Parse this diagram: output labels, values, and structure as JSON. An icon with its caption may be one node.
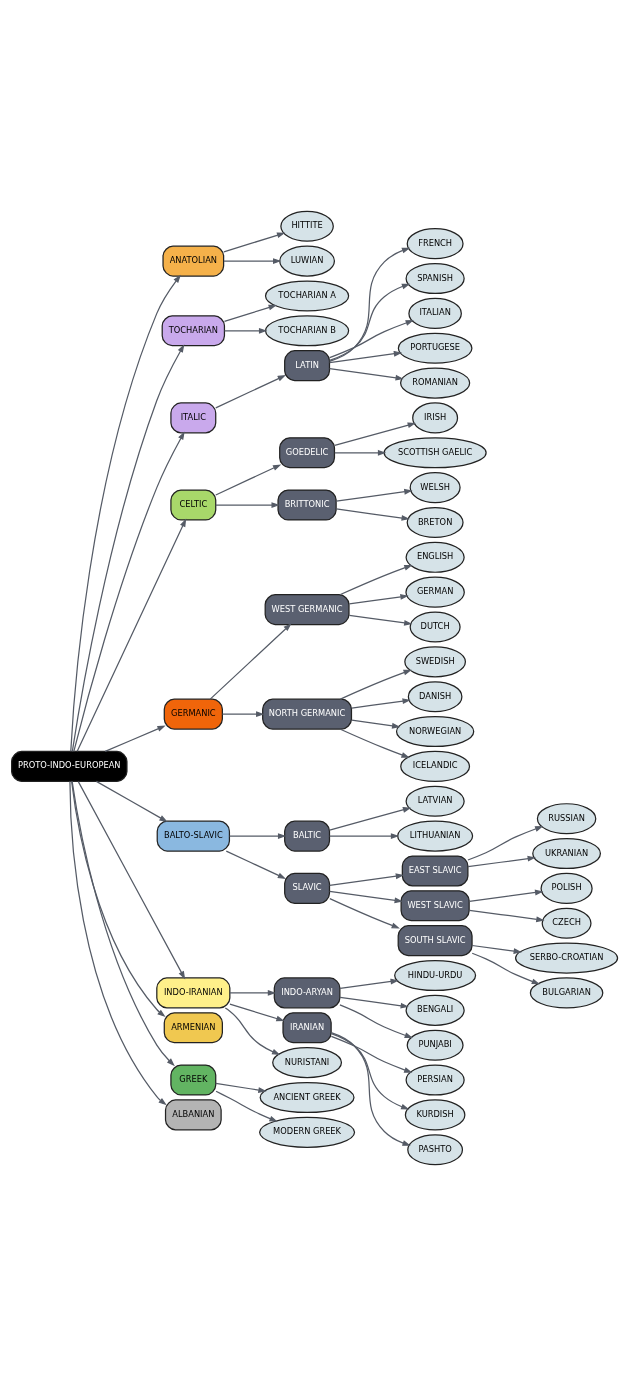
{
  "diagram": {
    "nodes": [
      {
        "text": [
          "PROTO-INDO-EUROPEAN"
        ]
      },
      {
        "text": [
          "ANATOLIAN"
        ]
      },
      {
        "text": [
          "HITTITE"
        ]
      },
      {
        "text": [
          "LUWIAN"
        ]
      },
      {
        "text": [
          "TOCHARIAN"
        ]
      },
      {
        "text": [
          "TOCHARIAN A"
        ]
      },
      {
        "text": [
          "TOCHARIAN B"
        ]
      },
      {
        "text": [
          "ITALIC"
        ]
      },
      {
        "text": [
          "LATIN"
        ]
      },
      {
        "text": [
          "FRENCH"
        ]
      },
      {
        "text": [
          "SPANISH"
        ]
      },
      {
        "text": [
          "ITALIAN"
        ]
      },
      {
        "text": [
          "PORTUGESE"
        ]
      },
      {
        "text": [
          "ROMANIAN"
        ]
      },
      {
        "text": [
          "CELTIC"
        ]
      },
      {
        "text": [
          "GOEDELIC"
        ]
      },
      {
        "text": [
          "IRISH"
        ]
      },
      {
        "text": [
          "SCOTTISH GAELIC"
        ]
      },
      {
        "text": [
          "BRITTONIC"
        ]
      },
      {
        "text": [
          "WELSH"
        ]
      },
      {
        "text": [
          "BRETON"
        ]
      },
      {
        "text": [
          "GERMANIC"
        ]
      },
      {
        "text": [
          "WEST GERMANIC"
        ]
      },
      {
        "text": [
          "ENGLISH"
        ]
      },
      {
        "text": [
          "GERMAN"
        ]
      },
      {
        "text": [
          "DUTCH"
        ]
      },
      {
        "text": [
          "NORTH GERMANIC"
        ]
      },
      {
        "text": [
          "SWEDISH"
        ]
      },
      {
        "text": [
          "DANISH"
        ]
      },
      {
        "text": [
          "NORWEGIAN"
        ]
      },
      {
        "text": [
          "ICELANDIC"
        ]
      },
      {
        "text": [
          "BALTO-SLAVIC"
        ]
      },
      {
        "text": [
          "BALTIC"
        ]
      },
      {
        "text": [
          "LATVIAN"
        ]
      },
      {
        "text": [
          "LITHUANIAN"
        ]
      },
      {
        "text": [
          "SLAVIC"
        ]
      },
      {
        "text": [
          "EAST SLAVIC"
        ]
      },
      {
        "text": [
          "RUSSIAN"
        ]
      },
      {
        "text": [
          "UKRANIAN"
        ]
      },
      {
        "text": [
          "WEST SLAVIC"
        ]
      },
      {
        "text": [
          "POLISH"
        ]
      },
      {
        "text": [
          "CZECH"
        ]
      },
      {
        "text": [
          "SOUTH SLAVIC"
        ]
      },
      {
        "text": [
          "SERBO-CROATIAN"
        ]
      },
      {
        "text": [
          "BULGARIAN"
        ]
      },
      {
        "text": [
          "INDO-IRANIAN"
        ]
      },
      {
        "text": [
          "INDO-ARYAN"
        ]
      },
      {
        "text": [
          "HINDU-URDU"
        ]
      },
      {
        "text": [
          "BENGALI"
        ]
      },
      {
        "text": [
          "PUNJABI"
        ]
      },
      {
        "text": [
          "IRANIAN"
        ]
      },
      {
        "text": [
          "PERSIAN"
        ]
      },
      {
        "text": [
          "KURDISH"
        ]
      },
      {
        "text": [
          "PASHTO"
        ]
      },
      {
        "text": [
          "NURISTANI"
        ]
      },
      {
        "text": [
          "ARMENIAN"
        ]
      },
      {
        "text": [
          "GREEK"
        ]
      },
      {
        "text": [
          "ANCIENT GREEK"
        ]
      },
      {
        "text": [
          "MODERN GREEK"
        ]
      },
      {
        "text": [
          "ALBANIAN"
        ]
      }
    ],
    "edges": [
      {
        "from": 0,
        "to": 1,
        "arrow": "to"
      },
      {
        "from": 1,
        "to": 2,
        "arrow": "to"
      },
      {
        "from": 1,
        "to": 3,
        "arrow": "to"
      },
      {
        "from": 0,
        "to": 4,
        "arrow": "to"
      },
      {
        "from": 4,
        "to": 5,
        "arrow": "to"
      },
      {
        "from": 4,
        "to": 6,
        "arrow": "to"
      },
      {
        "from": 0,
        "to": 7,
        "arrow": "to"
      },
      {
        "from": 7,
        "to": 8,
        "arrow": "to"
      },
      {
        "from": 8,
        "to": 9,
        "arrow": "to"
      },
      {
        "from": 8,
        "to": 10,
        "arrow": "to"
      },
      {
        "from": 8,
        "to": 11,
        "arrow": "to"
      },
      {
        "from": 8,
        "to": 12,
        "arrow": "to"
      },
      {
        "from": 8,
        "to": 13,
        "arrow": "to"
      },
      {
        "from": 0,
        "to": 14,
        "arrow": "to"
      },
      {
        "from": 14,
        "to": 15,
        "arrow": "to"
      },
      {
        "from": 15,
        "to": 16,
        "arrow": "to"
      },
      {
        "from": 15,
        "to": 17,
        "arrow": "to"
      },
      {
        "from": 14,
        "to": 18,
        "arrow": "to"
      },
      {
        "from": 18,
        "to": 19,
        "arrow": "to"
      },
      {
        "from": 18,
        "to": 20,
        "arrow": "to"
      },
      {
        "from": 0,
        "to": 21,
        "arrow": "to"
      },
      {
        "from": 21,
        "to": 22,
        "arrow": "to"
      },
      {
        "from": 22,
        "to": 23,
        "arrow": "to"
      },
      {
        "from": 22,
        "to": 24,
        "arrow": "to"
      },
      {
        "from": 22,
        "to": 25,
        "arrow": "to"
      },
      {
        "from": 21,
        "to": 26,
        "arrow": "to"
      },
      {
        "from": 26,
        "to": 27,
        "arrow": "to"
      },
      {
        "from": 26,
        "to": 28,
        "arrow": "to"
      },
      {
        "from": 26,
        "to": 29,
        "arrow": "to"
      },
      {
        "from": 26,
        "to": 30,
        "arrow": "to"
      },
      {
        "from": 0,
        "to": 31,
        "arrow": "to"
      },
      {
        "from": 31,
        "to": 32,
        "arrow": "to"
      },
      {
        "from": 32,
        "to": 33,
        "arrow": "to"
      },
      {
        "from": 32,
        "to": 34,
        "arrow": "to"
      },
      {
        "from": 31,
        "to": 35,
        "arrow": "to"
      },
      {
        "from": 35,
        "to": 36,
        "arrow": "to"
      },
      {
        "from": 36,
        "to": 37,
        "arrow": "to"
      },
      {
        "from": 36,
        "to": 38,
        "arrow": "to"
      },
      {
        "from": 35,
        "to": 39,
        "arrow": "to"
      },
      {
        "from": 39,
        "to": 40,
        "arrow": "to"
      },
      {
        "from": 39,
        "to": 41,
        "arrow": "to"
      },
      {
        "from": 35,
        "to": 42,
        "arrow": "to"
      },
      {
        "from": 42,
        "to": 43,
        "arrow": "to"
      },
      {
        "from": 42,
        "to": 44,
        "arrow": "to"
      },
      {
        "from": 0,
        "to": 45,
        "arrow": "to"
      },
      {
        "from": 45,
        "to": 46,
        "arrow": "to"
      },
      {
        "from": 46,
        "to": 47,
        "arrow": "to"
      },
      {
        "from": 46,
        "to": 48,
        "arrow": "to"
      },
      {
        "from": 46,
        "to": 49,
        "arrow": "to"
      },
      {
        "from": 45,
        "to": 50,
        "arrow": "to"
      },
      {
        "from": 50,
        "to": 51,
        "arrow": "to"
      },
      {
        "from": 50,
        "to": 52,
        "arrow": "to"
      },
      {
        "from": 50,
        "to": 53,
        "arrow": "to"
      },
      {
        "from": 45,
        "to": 54,
        "arrow": "to"
      },
      {
        "from": 0,
        "to": 55,
        "arrow": "to"
      },
      {
        "from": 0,
        "to": 56,
        "arrow": "to"
      },
      {
        "from": 56,
        "to": 57,
        "arrow": "to"
      },
      {
        "from": 56,
        "to": 58,
        "arrow": "to"
      },
      {
        "from": 0,
        "to": 59,
        "arrow": "to"
      }
    ]
  }
}
